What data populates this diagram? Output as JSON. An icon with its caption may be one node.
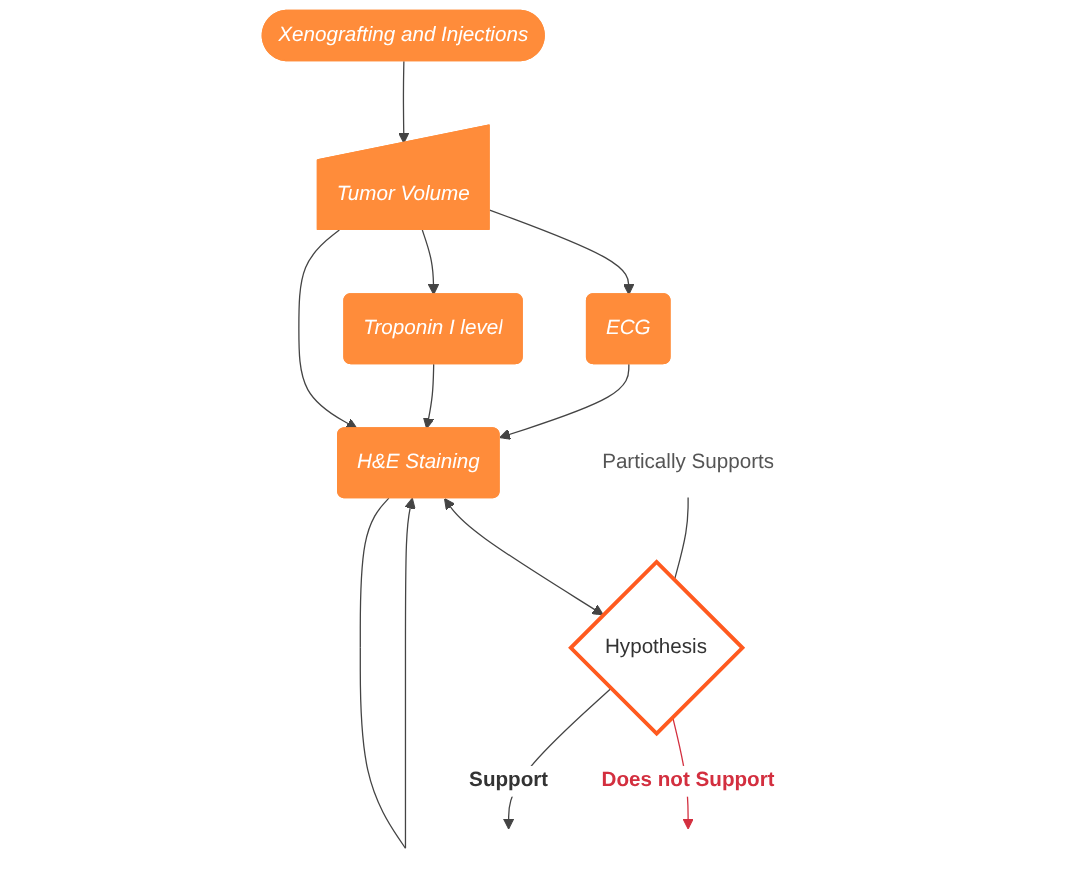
{
  "diagram": {
    "nodes": [
      {
        "text": [
          "Xenografting and Injections"
        ]
      },
      {
        "text": [
          "Tumor Volume"
        ]
      },
      {
        "text": [
          "Troponin I level"
        ]
      },
      {
        "text": [
          "ECG"
        ]
      },
      {
        "text": [
          "H&E Staining"
        ]
      },
      {
        "text": [
          "Hypothesis"
        ]
      },
      {
        "text": [
          "Partically Supports"
        ]
      }
    ],
    "edges": [
      {
        "from": 0,
        "to": 1,
        "arrow": "to"
      },
      {
        "from": 1,
        "to": 2,
        "arrow": "to"
      },
      {
        "from": 1,
        "to": 3,
        "arrow": "to"
      },
      {
        "from": 1,
        "to": 4,
        "arrow": "to"
      },
      {
        "from": 2,
        "to": 4,
        "arrow": "to"
      },
      {
        "from": 3,
        "to": 4,
        "arrow": "to"
      },
      {
        "from": 4,
        "to": 4,
        "arrow": "to"
      },
      {
        "from": 4,
        "to": 5,
        "arrow": "both"
      },
      {
        "from": 6,
        "to": 5,
        "arrow": "none"
      },
      {
        "from": 5,
        "to": null,
        "label": "Support",
        "arrow": "to"
      },
      {
        "from": 5,
        "to": null,
        "label": "Does not Support",
        "arrow": "to",
        "color": "#d32f3f"
      }
    ]
  }
}
